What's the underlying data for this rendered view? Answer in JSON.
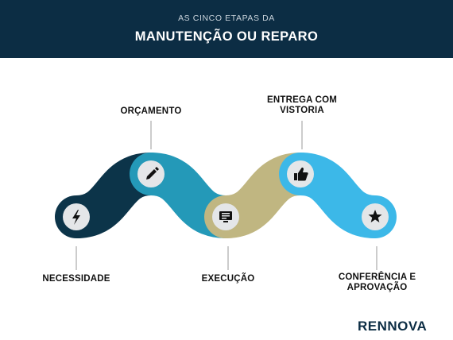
{
  "header": {
    "subtitle": "AS CINCO ETAPAS DA",
    "title": "MANUTENÇÃO OU REPARO"
  },
  "steps": [
    {
      "label": "NECESSIDADE",
      "icon": "lightning-icon",
      "color": "#0c3449"
    },
    {
      "label": "ORÇAMENTO",
      "icon": "pencil-icon",
      "color": "#2499b8"
    },
    {
      "label": "EXECUÇÃO",
      "icon": "monitor-icon",
      "color": "#c0b681"
    },
    {
      "label": "ENTREGA COM VISTORIA",
      "icon": "thumbs-up-icon",
      "color": "#3cb8e8"
    },
    {
      "label": "CONFERÊNCIA E APROVAÇÃO",
      "icon": "star-icon",
      "color": "#3cb8e8"
    }
  ],
  "brand": {
    "logo_text": "RENNOVA"
  }
}
